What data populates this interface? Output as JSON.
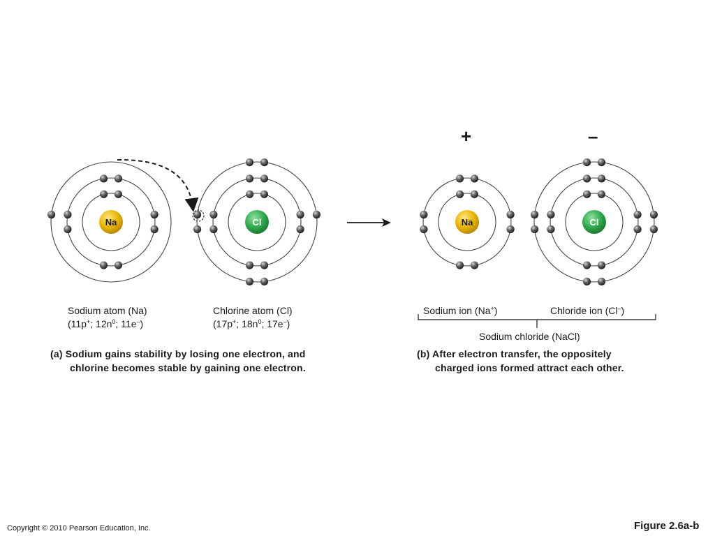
{
  "atoms_before": [
    {
      "symbol": "Na",
      "name": "Sodium atom (Na)",
      "composition": [
        "11p",
        "+",
        "; 12n",
        "0",
        "; 11e",
        "–",
        ")"
      ],
      "shells": [
        2,
        8,
        1
      ],
      "color": "#e8b400"
    },
    {
      "symbol": "Cl",
      "name": "Chlorine atom (Cl)",
      "composition": [
        "17p",
        "+",
        "; 18n",
        "0",
        "; 17e",
        "–",
        ")"
      ],
      "shells": [
        2,
        8,
        7
      ],
      "color": "#2fa84a"
    }
  ],
  "ions_after": [
    {
      "symbol": "Na",
      "name": "Sodium ion (Na",
      "sup": "+",
      "close": ")",
      "charge": "+",
      "shells": [
        2,
        8
      ],
      "color": "#e8b400"
    },
    {
      "symbol": "Cl",
      "name": "Chloride ion (Cl",
      "sup": "–",
      "close": ")",
      "charge": "–",
      "shells": [
        2,
        8,
        8
      ],
      "color": "#2fa84a"
    }
  ],
  "compound_label": "Sodium chloride (NaCl)",
  "caption_a": {
    "line1": "(a) Sodium gains stability by losing one electron, and",
    "line2": "chlorine becomes stable by gaining one electron."
  },
  "caption_b": {
    "line1": "(b) After electron transfer, the oppositely",
    "line2": "charged ions formed attract each other."
  },
  "footer_copyright": "Copyright © 2010 Pearson Education, Inc.",
  "figure_label": "Figure 2.6a-b"
}
